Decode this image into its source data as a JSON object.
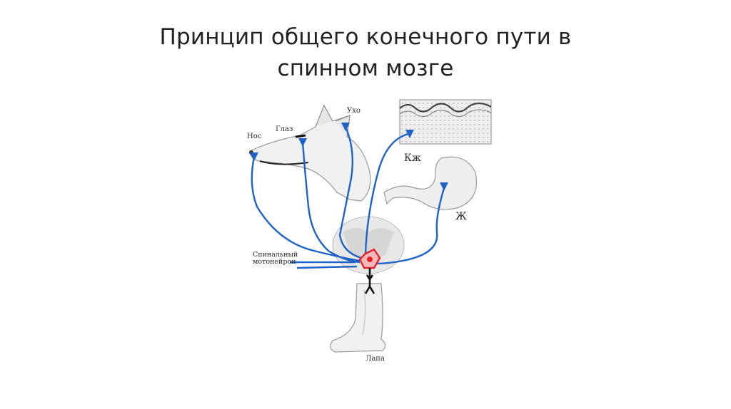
{
  "title": {
    "line1": "Принцип общего конечного пути  в",
    "line2": "спинном мозге"
  },
  "labels": {
    "nose": "Нос",
    "eye": "Глаз",
    "ear": "Ухо",
    "skin": "Кж",
    "stomach": "Ж",
    "motoneuron_line1": "Спинальный",
    "motoneuron_line2": "мотонейрон",
    "paw": "Лапа"
  },
  "colors": {
    "pathway": "#1f62c9",
    "neuron": "#e8202a",
    "text": "#222222"
  }
}
